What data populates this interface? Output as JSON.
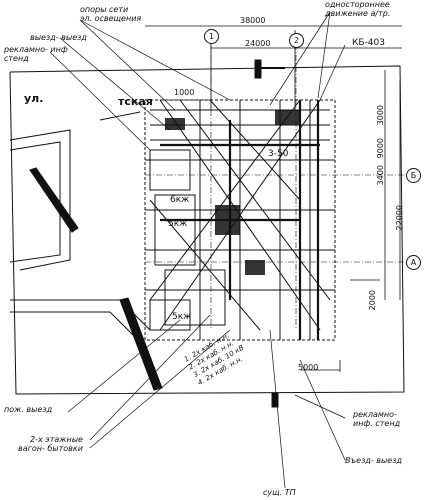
{
  "labels": {
    "lighting_poles": "опоры сети\nэл. освещения",
    "one_way_traffic": "одностороннее\nдвижение а/тр.",
    "entry_exit_top": "выезд- выезд",
    "ad_stand_top": "рекламно- инф\nстенд",
    "crane": "КБ-403",
    "street_ul": "ул.",
    "street_tskaya": "тская",
    "fire_exit": "пож. выезд",
    "trailers": "2-х этажные\nвагон- бытовки",
    "ad_stand_bottom": "рекламно-\nинф. стенд",
    "entry_exit_bottom": "Въезд- выезд",
    "transformer": "сущ. ТП",
    "bldg_6": "6кж",
    "bldg_5": "5кж",
    "bldg_5b": "5кж",
    "bldg_num": "3-50",
    "notes": "1. 2х каб. н.н.\n2. 2х каб. н.н.\n3. 2х каб. 10 кВ\n4. 2х каб. н.н."
  },
  "axes": {
    "a1": "1",
    "a2": "2",
    "b": "Б",
    "a": "А"
  },
  "dimensions": {
    "d38000": "38000",
    "d24000": "24000",
    "d1000": "1000",
    "d3000": "3000",
    "d9000": "9000",
    "d3400": "3400",
    "d22000": "22000",
    "d2000": "2000",
    "d5000": "5000"
  },
  "colors": {
    "ink": "#111111",
    "paper": "#ffffff"
  }
}
